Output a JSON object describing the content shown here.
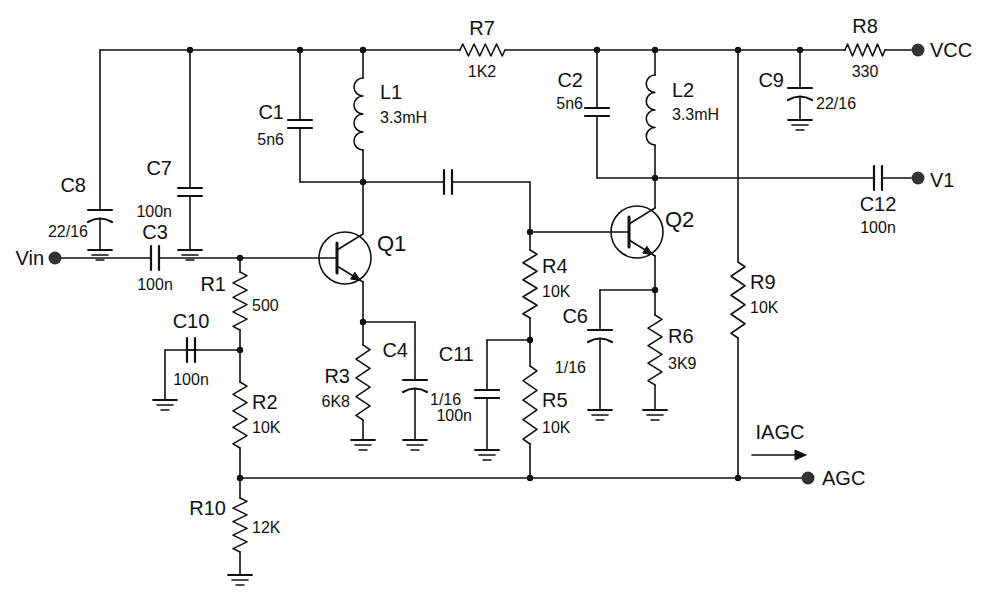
{
  "diagram": {
    "labels": [
      "C8",
      "22/16",
      "C7",
      "100n",
      "R7",
      "1K2",
      "R8",
      "330",
      "VCC",
      "C1",
      "5n6",
      "L1",
      "3.3mH",
      "C2",
      "5n6",
      "L2",
      "3.3mH",
      "C9",
      "22/16",
      "V1",
      "C12",
      "100n",
      "Vin",
      "C3",
      "100n",
      "Q1",
      "Q2",
      "R1",
      "500",
      "R4",
      "10K",
      "C10",
      "100n",
      "R3",
      "6K8",
      "C4",
      "1/16",
      "C11",
      "100n",
      "R6",
      "3K9",
      "C6",
      "1/16",
      "R9",
      "10K",
      "R2",
      "10K",
      "R5",
      "10K",
      "IAGC",
      "AGC",
      "R10",
      "12K"
    ]
  }
}
